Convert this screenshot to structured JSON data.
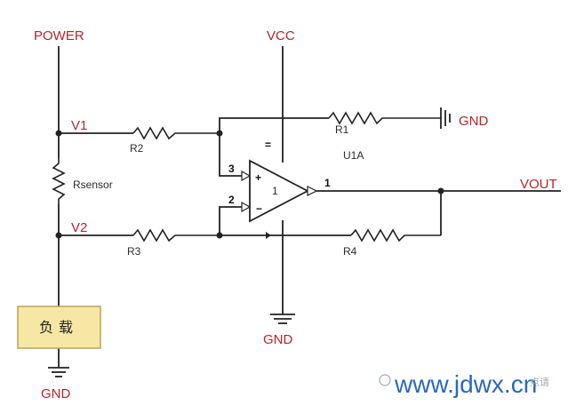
{
  "labels": {
    "power": "POWER",
    "vcc": "VCC",
    "gnd_top": "GND",
    "gnd_center": "GND",
    "gnd_bottom": "GND",
    "vout": "VOUT",
    "v1": "V1",
    "v2": "V2",
    "r1": "R1",
    "r2": "R2",
    "r3": "R3",
    "r4": "R4",
    "rsensor": "Rsensor",
    "u1a": "U1A",
    "pin1": "1",
    "pin2": "2",
    "pin3": "3",
    "opamp_plus": "+",
    "opamp_minus": "−",
    "opamp_index": "1",
    "eq": "=",
    "load": "负载"
  },
  "watermark": {
    "text": "www.jdwx.cn",
    "small_text": "点请"
  },
  "colors": {
    "label_red": "#b3262a",
    "wire": "#222222",
    "load_fill": "#f7e7a4",
    "load_border": "#b9a35a",
    "watermark_blue": "#1f5fbf"
  }
}
